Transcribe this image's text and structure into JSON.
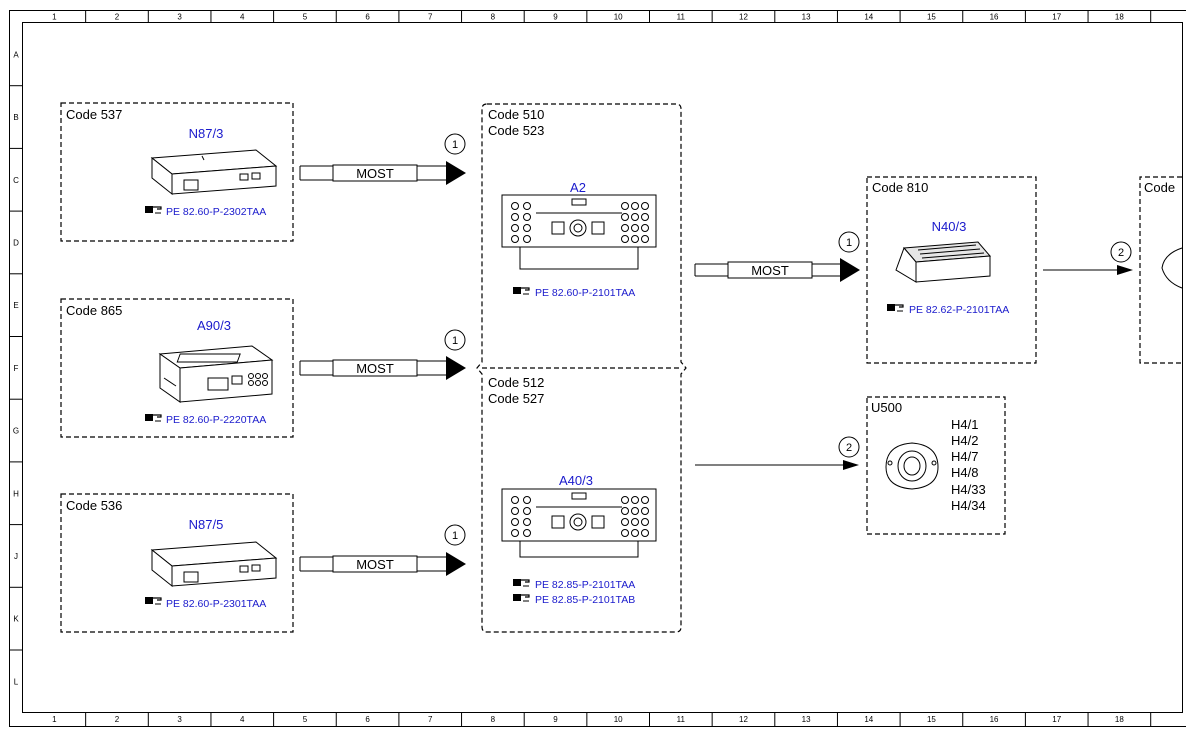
{
  "grid": {
    "columns": [
      "1",
      "2",
      "3",
      "4",
      "5",
      "6",
      "7",
      "8",
      "9",
      "10",
      "11",
      "12",
      "13",
      "14",
      "15",
      "16",
      "17",
      "18"
    ],
    "rows": [
      "A",
      "B",
      "C",
      "D",
      "E",
      "F",
      "G",
      "H",
      "J",
      "K",
      "L"
    ]
  },
  "modules": {
    "n87_3": {
      "code": "Code 537",
      "id": "N87/3",
      "refs": [
        "PE 82.60-P-2302TAA"
      ]
    },
    "a90_3": {
      "code": "Code 865",
      "id": "A90/3",
      "refs": [
        "PE 82.60-P-2220TAA"
      ]
    },
    "n87_5": {
      "code": "Code 536",
      "id": "N87/5",
      "refs": [
        "PE 82.60-P-2301TAA"
      ]
    },
    "a2": {
      "codes": [
        "Code 510",
        "Code 523"
      ],
      "id": "A2",
      "refs": [
        "PE 82.60-P-2101TAA"
      ]
    },
    "a40_3": {
      "codes": [
        "Code 512",
        "Code 527"
      ],
      "id": "A40/3",
      "refs": [
        "PE 82.85-P-2101TAA",
        "PE 82.85-P-2101TAB"
      ]
    },
    "n40_3": {
      "code": "Code 810",
      "id": "N40/3",
      "refs": [
        "PE 82.62-P-2101TAA"
      ]
    },
    "u500": {
      "code": "U500",
      "speakers": [
        "H4/1",
        "H4/2",
        "H4/7",
        "H4/8",
        "H4/33",
        "H4/34"
      ]
    },
    "partial": {
      "code": "Code"
    }
  },
  "connections": {
    "most_label": "MOST",
    "marker_1": "1",
    "marker_2": "2"
  }
}
